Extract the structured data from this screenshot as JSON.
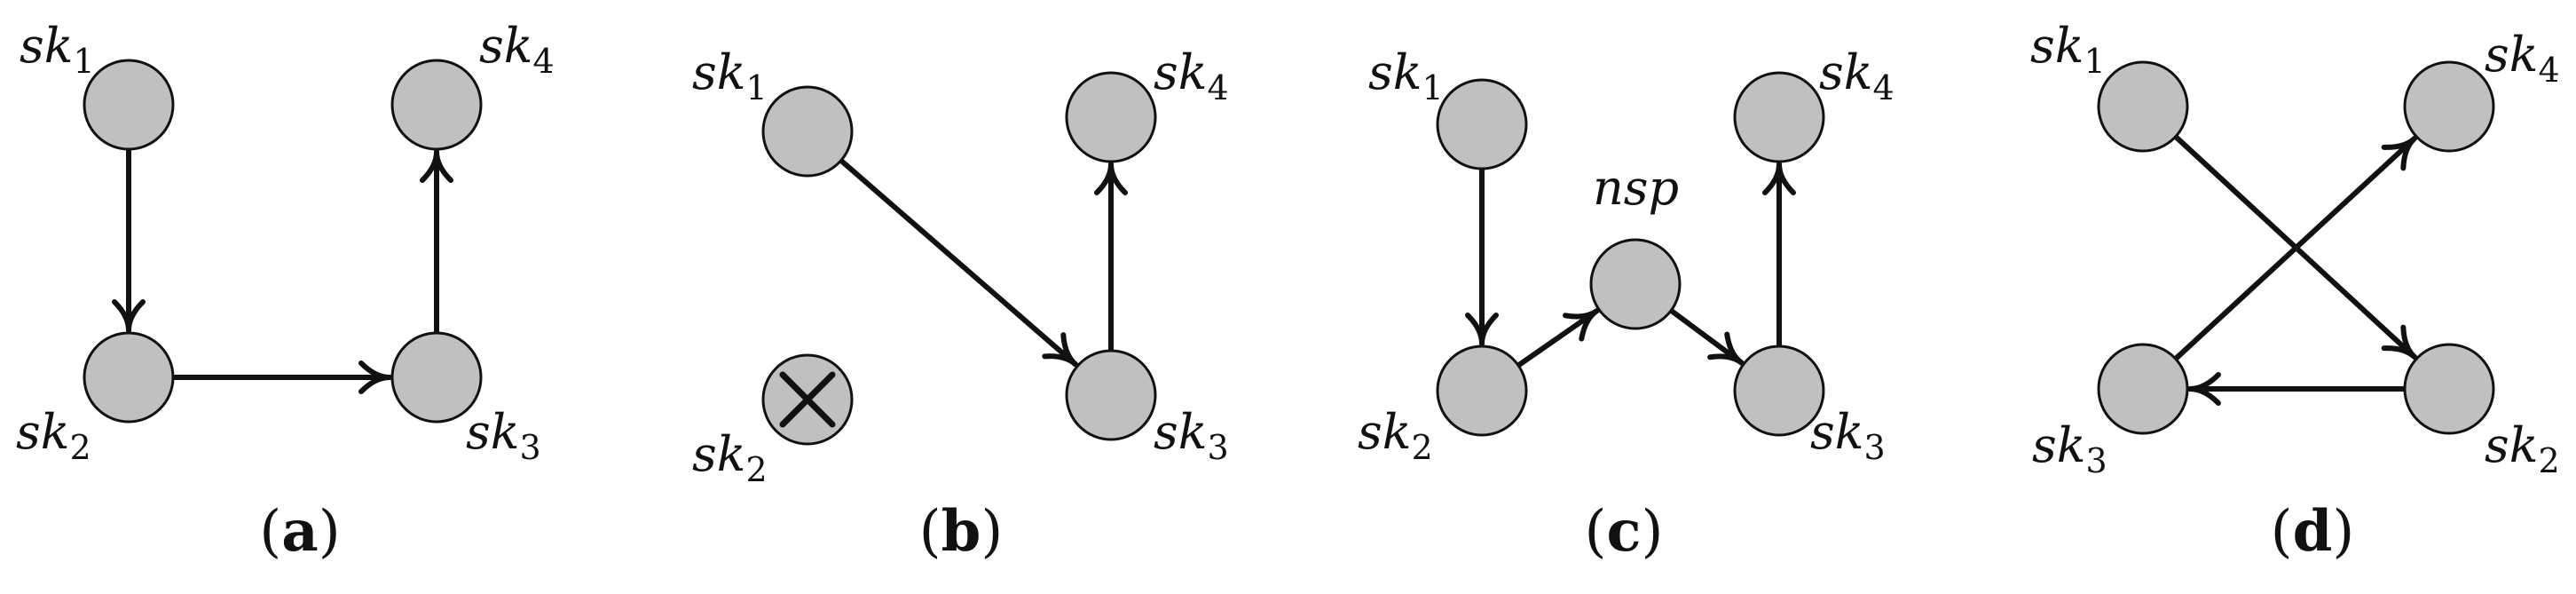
{
  "colors": {
    "node_fill": "#c0c0c0",
    "node_stroke": "#111111",
    "edge": "#111111",
    "background": "#ffffff"
  },
  "panels": [
    {
      "caption": "a",
      "nodes": [
        {
          "id": "sk1",
          "base": "sk",
          "sub": "1",
          "failed": false
        },
        {
          "id": "sk2",
          "base": "sk",
          "sub": "2",
          "failed": false
        },
        {
          "id": "sk3",
          "base": "sk",
          "sub": "3",
          "failed": false
        },
        {
          "id": "sk4",
          "base": "sk",
          "sub": "4",
          "failed": false
        }
      ],
      "edges": [
        [
          "sk1",
          "sk2"
        ],
        [
          "sk2",
          "sk3"
        ],
        [
          "sk3",
          "sk4"
        ]
      ]
    },
    {
      "caption": "b",
      "nodes": [
        {
          "id": "sk1",
          "base": "sk",
          "sub": "1",
          "failed": false
        },
        {
          "id": "sk2",
          "base": "sk",
          "sub": "2",
          "failed": true
        },
        {
          "id": "sk3",
          "base": "sk",
          "sub": "3",
          "failed": false
        },
        {
          "id": "sk4",
          "base": "sk",
          "sub": "4",
          "failed": false
        }
      ],
      "edges": [
        [
          "sk1",
          "sk3"
        ],
        [
          "sk3",
          "sk4"
        ]
      ]
    },
    {
      "caption": "c",
      "nodes": [
        {
          "id": "sk1",
          "base": "sk",
          "sub": "1",
          "failed": false
        },
        {
          "id": "sk2",
          "base": "sk",
          "sub": "2",
          "failed": false
        },
        {
          "id": "nsp",
          "base": "nsp",
          "sub": "",
          "failed": false
        },
        {
          "id": "sk3",
          "base": "sk",
          "sub": "3",
          "failed": false
        },
        {
          "id": "sk4",
          "base": "sk",
          "sub": "4",
          "failed": false
        }
      ],
      "edges": [
        [
          "sk1",
          "sk2"
        ],
        [
          "sk2",
          "nsp"
        ],
        [
          "nsp",
          "sk3"
        ],
        [
          "sk3",
          "sk4"
        ]
      ]
    },
    {
      "caption": "d",
      "nodes": [
        {
          "id": "sk1",
          "base": "sk",
          "sub": "1",
          "failed": false
        },
        {
          "id": "sk4",
          "base": "sk",
          "sub": "4",
          "failed": false
        },
        {
          "id": "sk3",
          "base": "sk",
          "sub": "3",
          "failed": false
        },
        {
          "id": "sk2",
          "base": "sk",
          "sub": "2",
          "failed": false
        }
      ],
      "edges": [
        [
          "sk1",
          "sk2"
        ],
        [
          "sk2",
          "sk3"
        ],
        [
          "sk3",
          "sk4"
        ]
      ]
    }
  ]
}
